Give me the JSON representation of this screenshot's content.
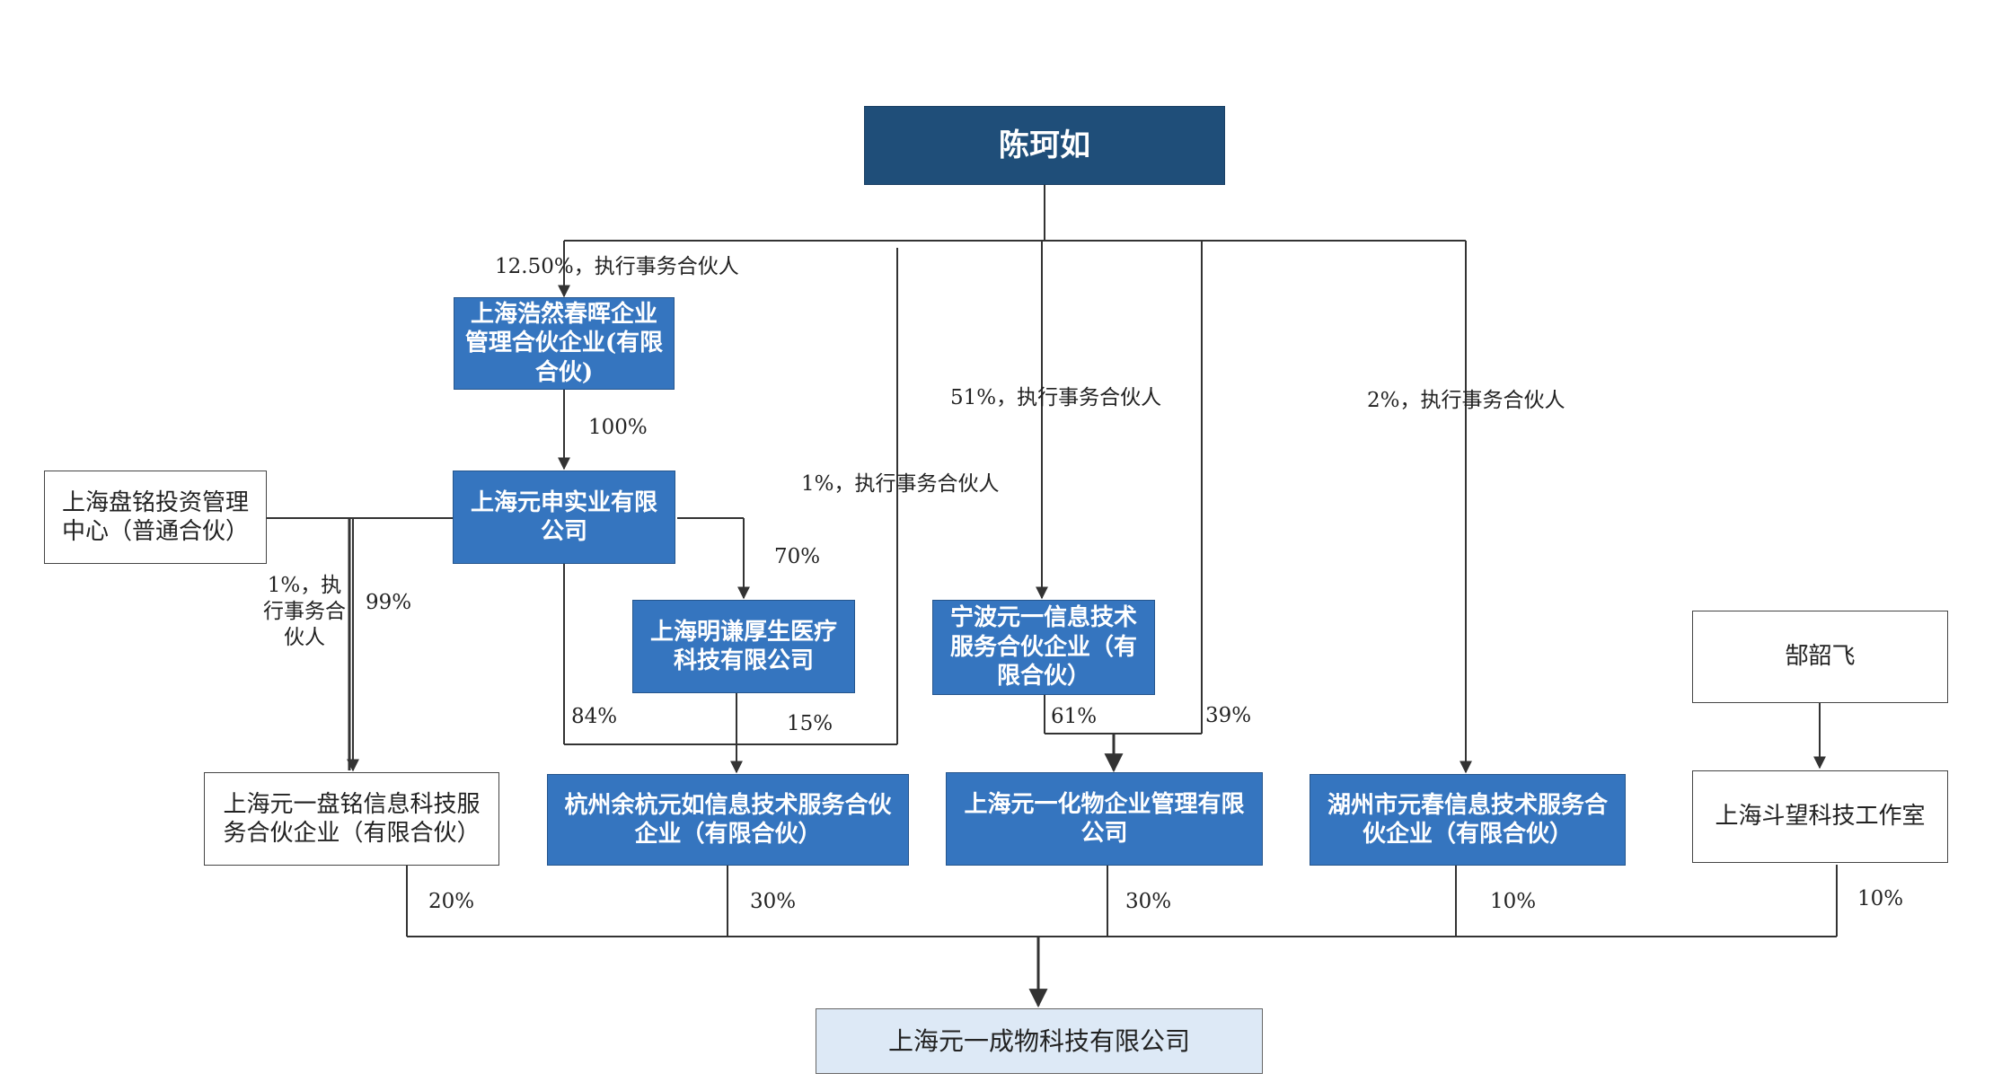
{
  "nodes": {
    "chen_keru": "陈珂如",
    "haoran": "上海浩然春晖企业管理合伙企业(有限合伙)",
    "yuanshen": "上海元申实业有限公司",
    "panming_mgmt": "上海盘铭投资管理中心（普通合伙）",
    "mingqian": "上海明谦厚生医疗科技有限公司",
    "ningbo": "宁波元一信息技术服务合伙企业（有限合伙）",
    "yuanyi_panming": "上海元一盘铭信息科技服务合伙企业（有限合伙）",
    "hangzhou": "杭州余杭元如信息技术服务合伙企业（有限合伙）",
    "huawu": "上海元一化物企业管理有限公司",
    "huzhou": "湖州市元春信息技术服务合伙企业（有限合伙）",
    "xie_shaofei": "郜韶飞",
    "douwang": "上海斗望科技工作室",
    "target": "上海元一成物科技有限公司"
  },
  "edge_labels": {
    "chen_to_haoran": "12.50%，执行事务合伙人",
    "haoran_to_yuanshen": "100%",
    "chen_to_ningbo": "51%，执行事务合伙人",
    "chen_to_huzhou": "2%，执行事务合伙人",
    "chen_to_hangzhou": "1%，执行事务合伙人",
    "yuanshen_to_mingqian": "70%",
    "panming_to_yuanyi": "1%，执行事务合伙人",
    "yuanshen_to_yuanyi": "99%",
    "yuanshen_to_hangzhou": "84%",
    "mingqian_to_hangzhou": "15%",
    "ningbo_to_huawu": "61%",
    "chen_to_huawu": "39%",
    "yuanyi_to_target": "20%",
    "hangzhou_to_target": "30%",
    "huawu_to_target": "30%",
    "huzhou_to_target": "10%",
    "douwang_to_target": "10%"
  },
  "colors": {
    "top_node": "#1f4e79",
    "entity_blue": "#3575bf",
    "target_fill": "#dde9f6",
    "line": "#333333"
  }
}
